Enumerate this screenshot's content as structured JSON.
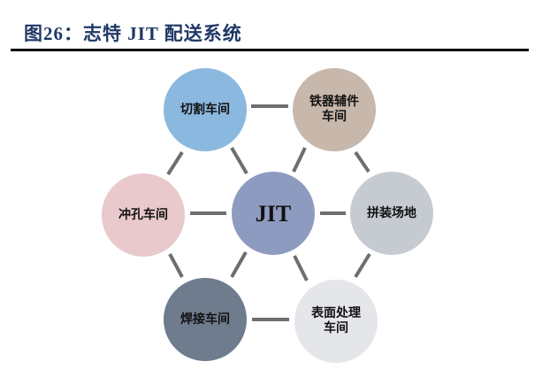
{
  "header": {
    "title": "图26：志特 JIT 配送系统"
  },
  "diagram": {
    "connector_color": "#6e6e6e",
    "hub": {
      "label": "JIT",
      "color": "#8e9bc0"
    },
    "nodes": [
      {
        "id": "cutting",
        "label": "切割车间",
        "color": "#8bb8df"
      },
      {
        "id": "iron-parts",
        "label": "铁器辅件车间",
        "color": "#c8b7ab"
      },
      {
        "id": "punching",
        "label": "冲孔车间",
        "color": "#e9c9cc"
      },
      {
        "id": "assembly",
        "label": "拼装场地",
        "color": "#c6cbd2"
      },
      {
        "id": "welding",
        "label": "焊接车间",
        "color": "#6e7c8d"
      },
      {
        "id": "surface",
        "label": "表面处理车间",
        "color": "#e4e6ea"
      }
    ]
  }
}
